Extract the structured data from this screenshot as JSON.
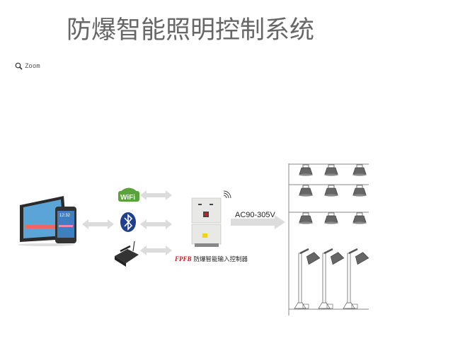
{
  "header": {
    "title": "防爆智能照明控制系统"
  },
  "toolbar": {
    "zoom_label": "Zoom"
  },
  "diagram": {
    "voltage_label": "AC90-305V",
    "controller_brand": "FPFB",
    "controller_name": "防爆智能输入控制器",
    "wifi_text": "WiFi",
    "colors": {
      "arrow": "#dcdcdc",
      "bluetooth": "#1f3f8f",
      "wifi": "#5aa33a",
      "brand": "#d0121b"
    }
  }
}
